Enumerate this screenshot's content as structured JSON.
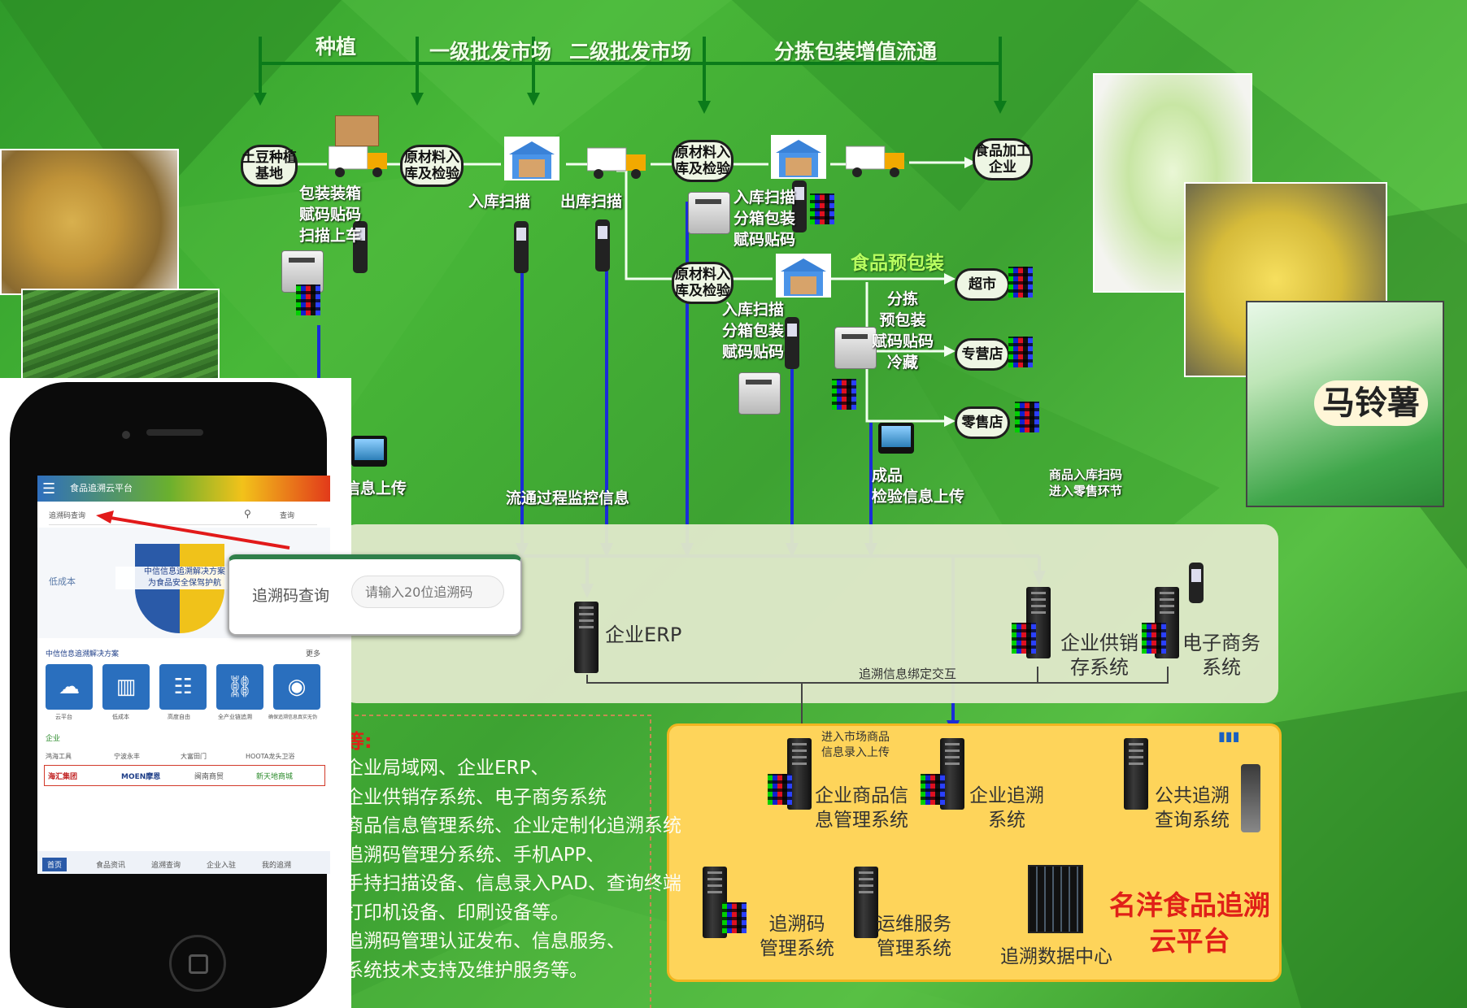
{
  "stages": [
    "种植",
    "一级批发市场",
    "二级批发市场",
    "分拣包装增值流通"
  ],
  "nodes": {
    "base": "土豆种植\n基地",
    "material1": "原材料入\n库及检验",
    "material2": "原材料入\n库及检验",
    "material3": "原材料入\n库及检验",
    "factory": "食品加工\n企业",
    "supermarket": "超市",
    "specialty": "专营店",
    "retail": "零售店"
  },
  "labels": {
    "pack_scan": "包装装箱\n赋码贴码\n扫描上车",
    "in_scan": "入库扫描",
    "out_scan": "出库扫描",
    "in_sort": "入库扫描\n分箱包装\n赋码贴码",
    "food_pack": "食品预包装",
    "in_sort2": "入库扫描\n分箱包装\n赋码贴码",
    "sort_pack": "分拣\n预包装\n赋码贴码\n冷藏",
    "upload_info": "信息上传",
    "flow_monitor": "流通过程监控信息",
    "product_check": "成品\n检验信息上传",
    "retail_scan": "商品入库扫码\n进入零售环节"
  },
  "erp_panel": {
    "erp": "企业ERP",
    "supply": "企业供销\n存系统",
    "ecommerce": "电子商务\n系统",
    "bind": "追溯信息绑定交互"
  },
  "cloud_panel": {
    "market_upload": "进入市场商品\n信息录入上传",
    "goods_info": "企业商品信\n息管理系统",
    "trace": "企业追溯\n系统",
    "public_query": "公共追溯\n查询系统",
    "code_mgmt": "追溯码\n管理系统",
    "ops": "运维服务\n管理系统",
    "data_center": "追溯数据中心",
    "brand": "名洋食品追溯\n云平台"
  },
  "list_heading": "等:",
  "list_items": [
    "企业局域网、企业ERP、",
    "企业供销存系统、电子商务系统",
    "商品信息管理系统、企业定制化追溯系统",
    "追溯码管理分系统、手机APP、",
    "手持扫描设备、信息录入PAD、查询终端",
    "打印机设备、印刷设备等。",
    "追溯码管理认证发布、信息服务、",
    "系统技术支持及维护服务等。"
  ],
  "query_popup": {
    "label": "追溯码查询",
    "placeholder": "请输入20位追溯码"
  },
  "phone": {
    "site_name": "食品追溯云平台",
    "search_label": "追溯码查询",
    "search_button": "查询",
    "hero_line1": "中信信息追溯解决方案",
    "hero_line2": "为食品安全保驾护航",
    "badge": "低成本",
    "section1": "中信信息追溯解决方案",
    "more": "更多",
    "tiles": [
      "云平台",
      "低成本",
      "高度自由",
      "全产业链追溯",
      "确保追溯信息真实无伪"
    ],
    "section2": "企业",
    "brand_logos": [
      "鸿海工具",
      "宁波永丰",
      "大富田门",
      "HOOTA龙头卫浴",
      "海汇集团",
      "MOEN摩恩",
      "闽南商贸",
      "新天地商城"
    ],
    "tabs": [
      "首页",
      "食品资讯",
      "追溯查询",
      "企业入驻",
      "我的追溯"
    ]
  },
  "box_label": "马铃薯",
  "colors": {
    "background": "#3da232",
    "flow_line": "#1a2cd8",
    "panel_green": "#dfe8c9",
    "panel_yellow": "#fed45a",
    "brand_red": "#e02018",
    "highlight_green": "#b8ff60"
  }
}
